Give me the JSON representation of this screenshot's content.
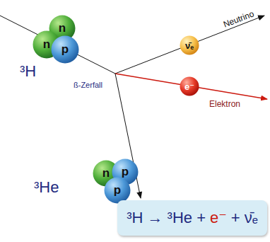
{
  "diagram": {
    "nodes": [
      {
        "text": [
          "n"
        ]
      },
      {
        "text": [
          "n"
        ]
      },
      {
        "text": [
          "p"
        ]
      },
      {
        "text": [
          "ν̄ₑ"
        ]
      },
      {
        "text": [
          "e⁻"
        ]
      },
      {
        "text": [
          "n"
        ]
      },
      {
        "text": [
          "p"
        ]
      },
      {
        "text": [
          "p"
        ]
      },
      {
        "text": [
          "³H →  ³He +",
          "e⁻",
          "+ ν̄ₑ"
        ]
      }
    ],
    "labels": [
      "Neutrino",
      "Elektron",
      "³H",
      "ß-Zerfall",
      "³He"
    ]
  }
}
